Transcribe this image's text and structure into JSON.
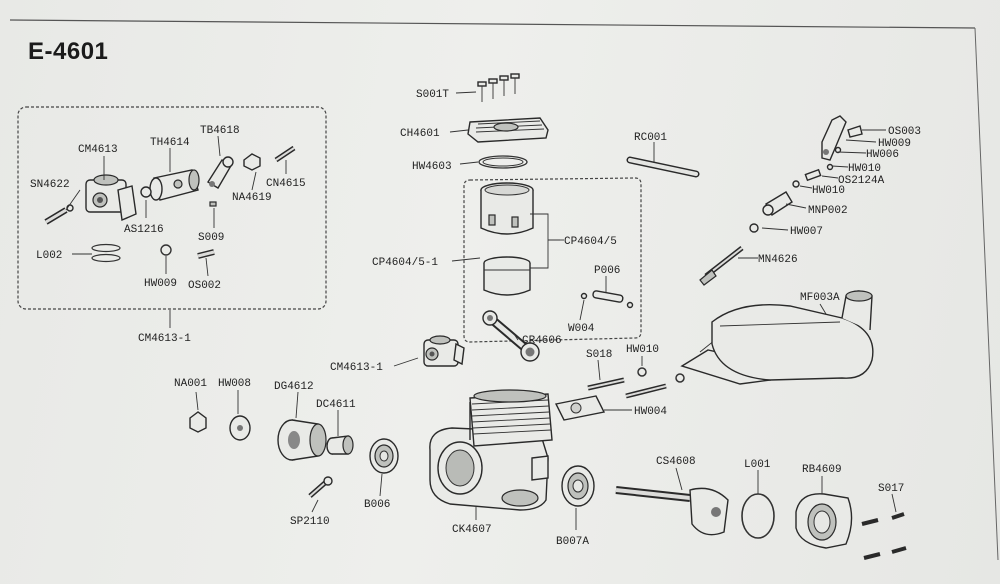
{
  "title": "E-4601",
  "labels": {
    "S001T": "S001T",
    "CH4601": "CH4601",
    "HW4603": "HW4603",
    "RC001": "RC001",
    "CP4604_5a": "CP4604/5",
    "CP4604_5_1": "CP4604/5-1",
    "P006": "P006",
    "W004": "W004",
    "CR4606": "CR4606",
    "OS003": "OS003",
    "HW009a": "HW009",
    "HW006": "HW006",
    "HW010a": "HW010",
    "OS2124A": "OS2124A",
    "HW010b": "HW010",
    "MNP002": "MNP002",
    "HW007": "HW007",
    "MN4626": "MN4626",
    "MF003A": "MF003A",
    "CM4613": "CM4613",
    "TH4614": "TH4614",
    "TB4618": "TB4618",
    "SN4622": "SN4622",
    "NA4619": "NA4619",
    "CN4615": "CN4615",
    "AS1216": "AS1216",
    "S009": "S009",
    "L002": "L002",
    "HW009b": "HW009",
    "OS002": "OS002",
    "CM4613_1a": "CM4613-1",
    "CM4613_1b": "CM4613-1",
    "S018": "S018",
    "HW010c": "HW010",
    "HW004": "HW004",
    "NA001": "NA001",
    "HW008": "HW008",
    "DG4612": "DG4612",
    "DC4611": "DC4611",
    "B006": "B006",
    "SP2110": "SP2110",
    "CK4607": "CK4607",
    "B007A": "B007A",
    "CS4608": "CS4608",
    "L001": "L001",
    "RB4609": "RB4609",
    "S017": "S017"
  }
}
